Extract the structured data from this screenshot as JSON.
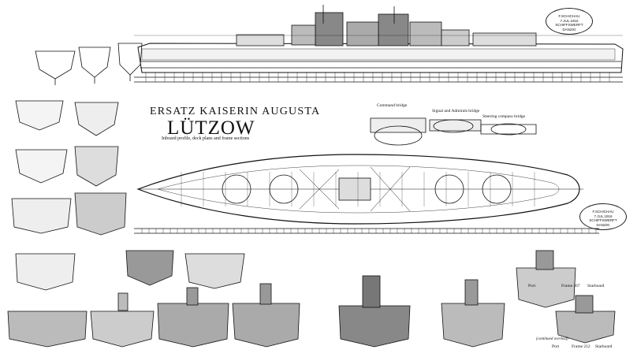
{
  "title": {
    "line1": "ERSATZ KAISERIN AUGUSTA",
    "line2": "LÜTZOW",
    "subtitle": "Inboard profile, deck plans and frame sections"
  },
  "bridges": {
    "command": "Command bridge",
    "signal": "Signal and Admirals bridge",
    "compass": "Steering compass bridge"
  },
  "stamps": [
    {
      "lines": [
        "F.SCHICHAU",
        "7.JUL.1916",
        "SCHIFFSWERFT",
        "DANZIG"
      ]
    },
    {
      "lines": [
        "F.SCHICHAU",
        "7.JUL.1916",
        "SCHIFFSWERFT",
        "DANZIG"
      ]
    }
  ],
  "section_labels": {
    "port": "Port",
    "starboard": "Starboard",
    "frame_267": "Frame 267",
    "frame_212": "Frame 212"
  },
  "footer": "(continued overleaf)",
  "colors": {
    "ink": "#111111",
    "paper": "#ffffff"
  }
}
